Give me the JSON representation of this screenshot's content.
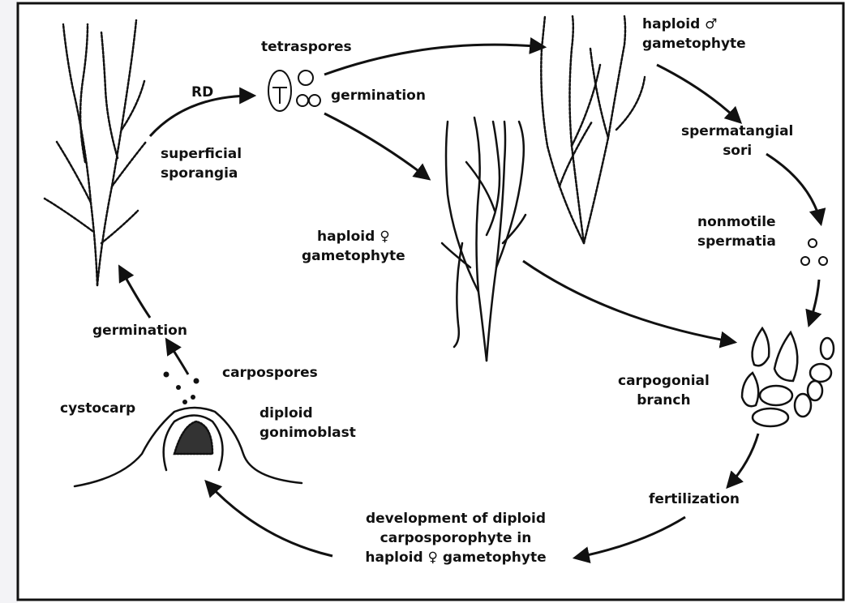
{
  "labels": {
    "tetraspores": "tetraspores",
    "germination_top": "germination",
    "rd": "RD",
    "superficial_sporangia": [
      "superficial",
      "sporangia"
    ],
    "haploid_male_gametophyte": [
      "haploid ♂",
      "gametophyte"
    ],
    "spermatangial_sori": [
      "spermatangial",
      "sori"
    ],
    "nonmotile_spermatia": [
      "nonmotile",
      "spermatia"
    ],
    "haploid_female_gametophyte": [
      "haploid ♀",
      "gametophyte"
    ],
    "carpogonial_branch": [
      "carpogonial",
      "branch"
    ],
    "fertilization": "fertilization",
    "development_carposporophyte": [
      "development of diploid",
      "carposporophyte in",
      "haploid ♀ gametophyte"
    ],
    "cystocarp": "cystocarp",
    "carpospores": "carpospores",
    "diploid_gonimoblast": [
      "diploid",
      "gonimoblast"
    ],
    "germination_left": "germination"
  },
  "colors": {
    "ink": "#111111",
    "background": "#ffffff",
    "margin": "#f3f3f6"
  }
}
